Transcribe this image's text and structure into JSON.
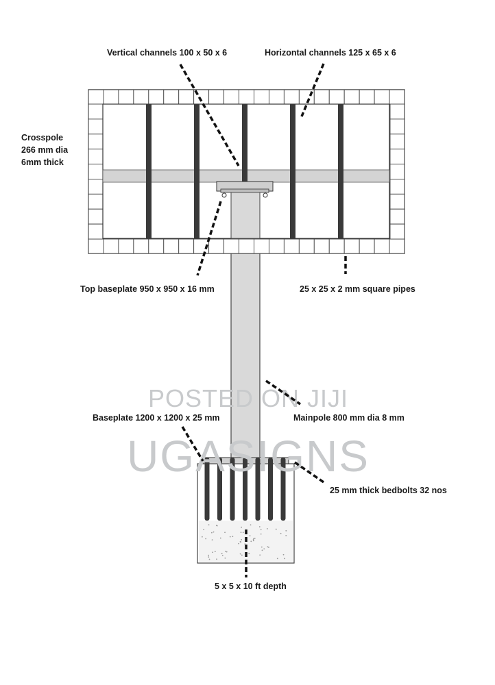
{
  "labels": {
    "vertical_channels": "Vertical channels 100 x 50 x 6",
    "horizontal_channels": "Horizontal channels 125 x 65 x 6",
    "crosspole_line1": "Crosspole",
    "crosspole_line2": "266 mm dia",
    "crosspole_line3": "6mm thick",
    "top_baseplate": "Top baseplate 950 x 950 x 16 mm",
    "square_pipes": "25 x 25 x 2 mm square pipes",
    "baseplate": "Baseplate 1200 x 1200 x 25 mm",
    "mainpole": "Mainpole 800 mm dia 8 mm",
    "bedbolts": "25 mm thick bedbolts 32 nos",
    "depth": "5 x 5 x 10 ft depth"
  },
  "watermark": {
    "line1": "POSTED ON JIJI",
    "line2": "UGASIGNS"
  },
  "colors": {
    "line": "#333333",
    "channel": "#3a3a3a",
    "crosspole": "#d4d4d4",
    "pole": "#d9d9d9",
    "concrete": "#f3f3f3",
    "watermark": "#c8cacc"
  }
}
